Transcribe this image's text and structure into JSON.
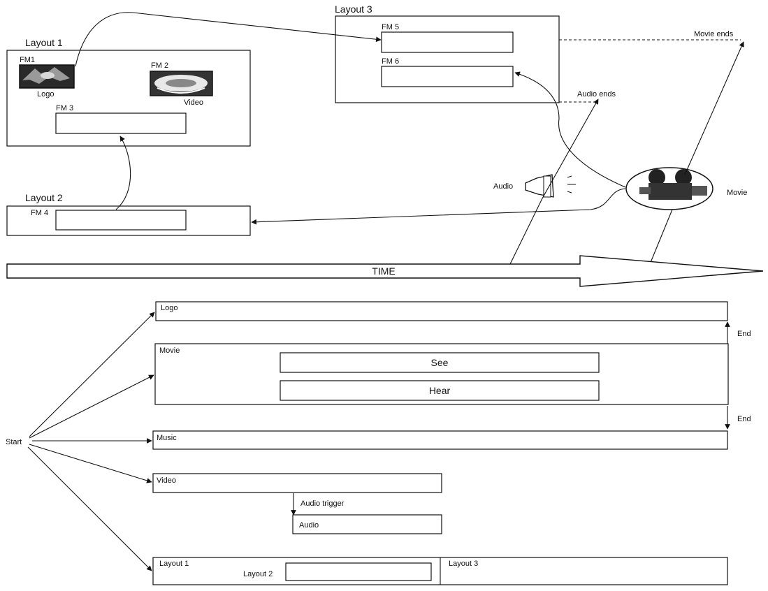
{
  "layouts": {
    "layout1": {
      "title": "Layout 1",
      "fm1": "FM1",
      "fm1_caption": "Logo",
      "fm2": "FM 2",
      "fm2_caption": "Video",
      "fm3": "FM 3"
    },
    "layout2": {
      "title": "Layout 2",
      "fm4": "FM 4"
    },
    "layout3": {
      "title": "Layout 3",
      "fm5": "FM 5",
      "fm6": "FM 6"
    }
  },
  "media": {
    "audio": "Audio",
    "movie": "Movie",
    "audio_ends": "Audio ends",
    "movie_ends": "Movie ends"
  },
  "time_label": "TIME",
  "timeline": {
    "start": "Start",
    "logo": "Logo",
    "movie": "Movie",
    "see": "See",
    "hear": "Hear",
    "music": "Music",
    "end1": "End",
    "end2": "End",
    "video": "Video",
    "audio_trigger": "Audio trigger",
    "audio": "Audio",
    "layout1": "Layout 1",
    "layout2": "Layout 2",
    "layout3": "Layout 3"
  }
}
